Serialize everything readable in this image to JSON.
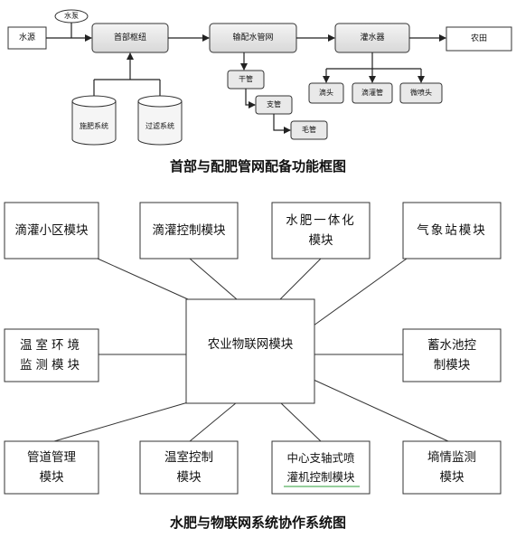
{
  "diagram1": {
    "nodes": {
      "water_source": "水源",
      "pump": "水泵",
      "head_hub": "首部枢纽",
      "distribution_network": "输配水管网",
      "irrigator": "灌水器",
      "farmland": "农田",
      "main_pipe": "干管",
      "branch_pipe": "支管",
      "capillary_pipe": "毛管",
      "dripper": "滴头",
      "drip_tube": "滴灌管",
      "micro_sprinkler": "微喷头",
      "fertilizer_system": "施肥系统",
      "filter_system": "过滤系统"
    },
    "caption": "首部与配肥管网配备功能框图"
  },
  "diagram2": {
    "center": "农业物联网模块",
    "modules": {
      "drip_zone": "滴灌小区模块",
      "drip_control": "滴灌控制模块",
      "integration_line1": "水肥一体化",
      "integration_line2": "模块",
      "weather": "气象站模块",
      "greenhouse_env_line1": "温室环境",
      "greenhouse_env_line2": "监测模块",
      "reservoir_line1": "蓄水池控",
      "reservoir_line2": "制模块",
      "pipe_mgmt_line1": "管道管理",
      "pipe_mgmt_line2": "模块",
      "greenhouse_ctrl_line1": "温室控制",
      "greenhouse_ctrl_line2": "模块",
      "pivot_line1": "中心支轴式喷",
      "pivot_line2": "灌机控制模块",
      "soil_line1": "墒情监测",
      "soil_line2": "模块"
    },
    "caption": "水肥与物联网系统协作系统图"
  }
}
